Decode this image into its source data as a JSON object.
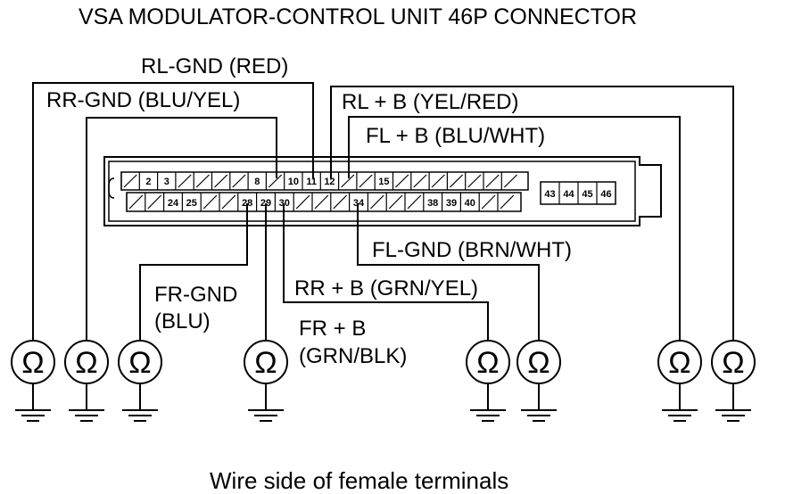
{
  "title": "VSA MODULATOR-CONTROL UNIT 46P CONNECTOR",
  "caption": "Wire side of female terminals",
  "wires": {
    "rl_gnd": "RL-GND (RED)",
    "rr_gnd": "RR-GND (BLU/YEL)",
    "rl_b": "RL  + B (YEL/RED)",
    "fl_b": "FL  + B (BLU/WHT)",
    "fl_gnd": "FL-GND (BRN/WHT)",
    "fr_gnd_1": "FR-GND",
    "fr_gnd_2": "(BLU)",
    "rr_b": "RR  + B (GRN/YEL)",
    "fr_b_1": "FR  + B",
    "fr_b_2": "(GRN/BLK)"
  },
  "ohm_symbol": "Ω",
  "pins": {
    "p2": "2",
    "p3": "3",
    "p8": "8",
    "p10": "10",
    "p11": "11",
    "p12": "12",
    "p15": "15",
    "p24": "24",
    "p25": "25",
    "p28": "28",
    "p29": "29",
    "p30": "30",
    "p34": "34",
    "p38": "38",
    "p39": "39",
    "p40": "40",
    "p43": "43",
    "p44": "44",
    "p45": "45",
    "p46": "46"
  }
}
